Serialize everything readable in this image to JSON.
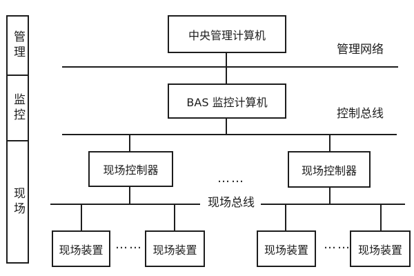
{
  "sidebar": {
    "sections": [
      {
        "label": "管理"
      },
      {
        "label": "监控"
      },
      {
        "label": "现场"
      }
    ]
  },
  "nodes": {
    "central_computer": "中央管理计算机",
    "bas_computer": "BAS 监控计算机",
    "field_controller_left": "现场控制器",
    "field_controller_right": "现场控制器",
    "field_device_1": "现场装置",
    "field_device_2": "现场装置",
    "field_device_3": "现场装置",
    "field_device_4": "现场装置"
  },
  "bus_labels": {
    "management_network": "管理网络",
    "control_bus": "控制总线",
    "field_bus": "现场总线"
  },
  "ellipsis": {
    "between_controllers": "……",
    "between_devices_left": "……",
    "between_devices_right": "……"
  },
  "colors": {
    "line": "#1c1c1c",
    "background": "#ffffff",
    "text": "#1c1c1c"
  }
}
